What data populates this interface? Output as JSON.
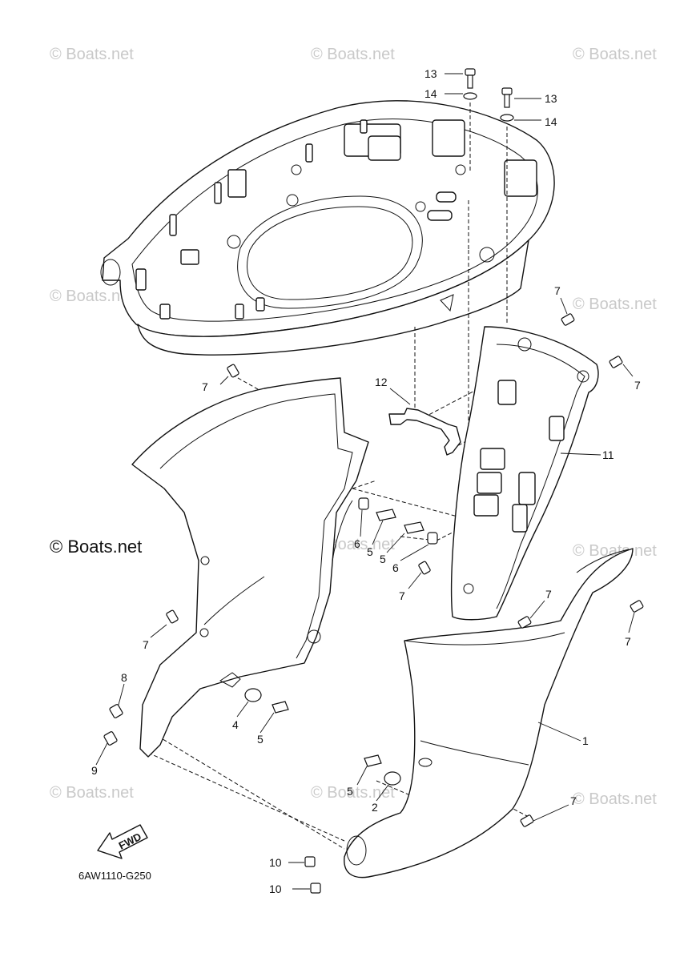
{
  "watermark": "© Boats.net",
  "watermark_main": "© Boats.net",
  "diagram_code": "6AW1110-G250",
  "fwd_label": "FWD",
  "callouts": {
    "c13a": "13",
    "c14a": "14",
    "c13b": "13",
    "c14b": "14",
    "c7a": "7",
    "c7b": "7",
    "c7c": "7",
    "c12": "12",
    "c11": "11",
    "c6a": "6",
    "c5a": "5",
    "c5b": "5",
    "c6b": "6",
    "c7d": "7",
    "c7e": "7",
    "c7f": "7",
    "c8": "8",
    "c9": "9",
    "c4": "4",
    "c5c": "5",
    "c1": "1",
    "c5d": "5",
    "c2": "2",
    "c7g": "7",
    "c10a": "10",
    "c10b": "10",
    "c7h": "7"
  }
}
